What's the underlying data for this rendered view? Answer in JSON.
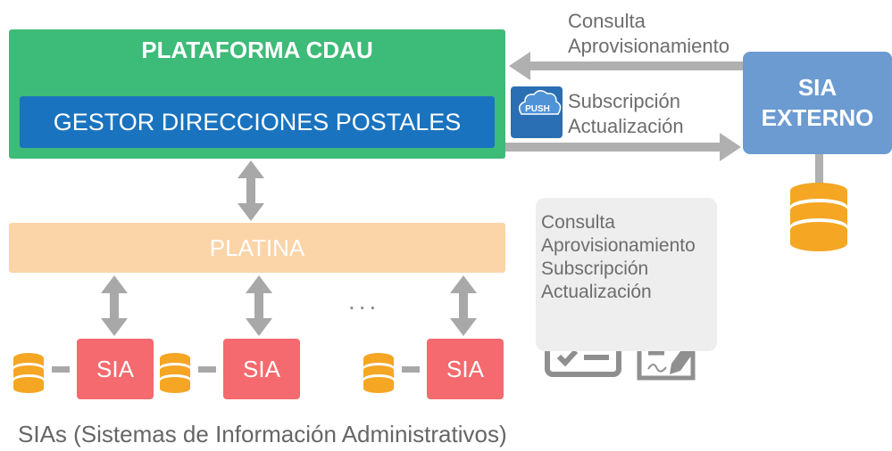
{
  "plataforma": {
    "title": "PLATAFORMA CDAU"
  },
  "gestor": {
    "label": "GESTOR DIRECCIONES POSTALES"
  },
  "sia_externo": {
    "line1": "SIA",
    "line2": "EXTERNO"
  },
  "top_arrow": {
    "line1": "Consulta",
    "line2": "Aprovisionamiento"
  },
  "bottom_arrow": {
    "line1": "Subscripción",
    "line2": "Actualización"
  },
  "push_icon": {
    "text": "PUSH"
  },
  "platina": {
    "label": "PLATINA"
  },
  "sias": [
    "SIA",
    "SIA",
    "SIA"
  ],
  "ellipsis": "...",
  "panel": {
    "items": [
      "Consulta",
      "Aprovisionamiento",
      "Subscripción",
      "Actualización"
    ]
  },
  "caption": "SIAs (Sistemas de Información Administrativos)",
  "colors": {
    "green": "#3dbb78",
    "blue": "#1a73bf",
    "light_blue": "#6b9bd1",
    "peach": "#fbd4a8",
    "red": "#f46a6e",
    "orange": "#f5a623",
    "gray": "#a6a6a6"
  },
  "icons": [
    "push-icon",
    "database-icon",
    "checklist-icon",
    "document-signature-icon"
  ]
}
